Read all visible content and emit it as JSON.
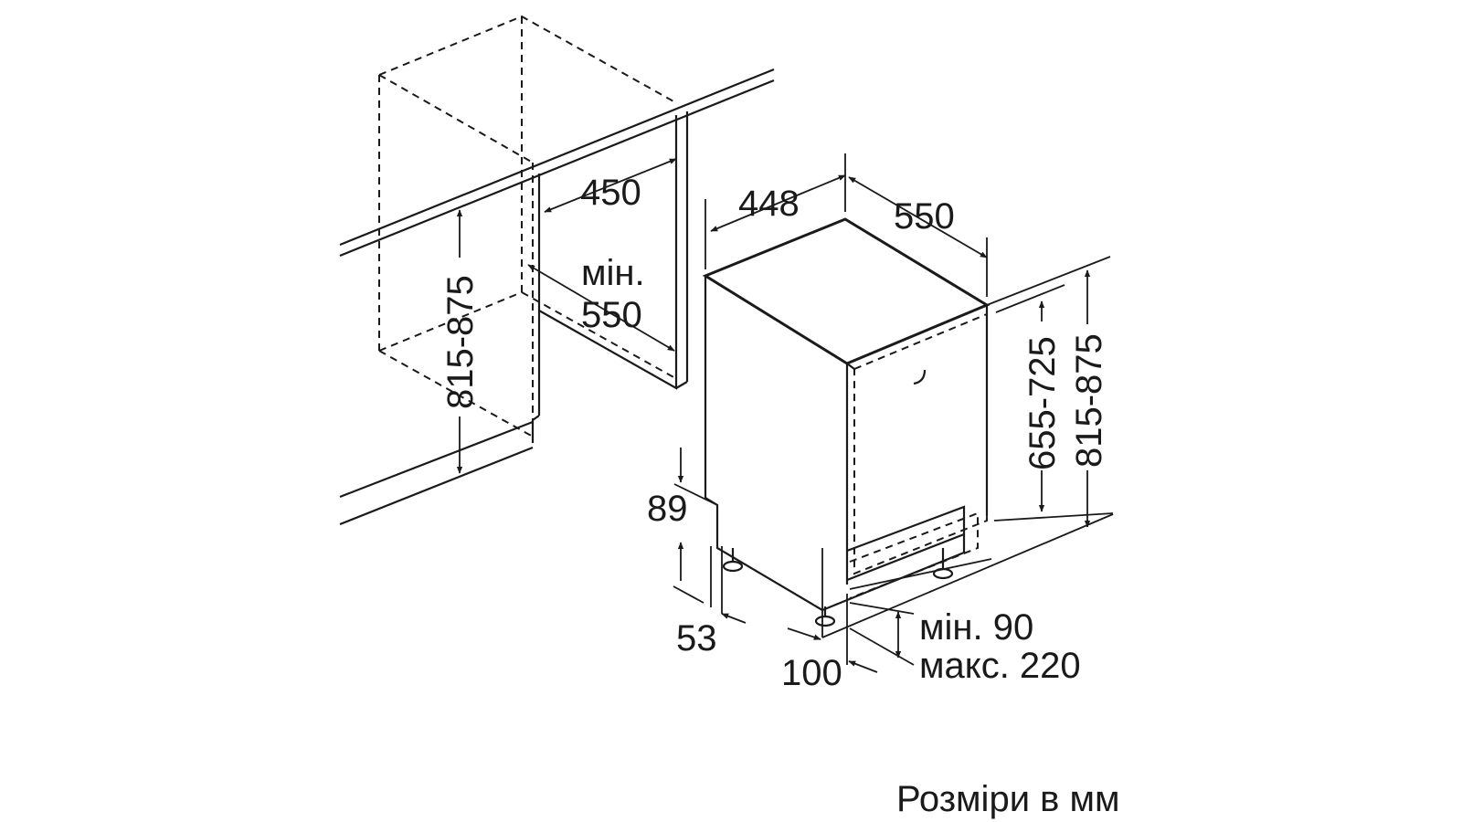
{
  "dimensions": {
    "niche_depth": "450",
    "niche_height": "815-875",
    "niche_min_label": "мін.",
    "niche_min_value": "550",
    "appliance_width": "448",
    "appliance_depth": "550",
    "door_height": "655-725",
    "appliance_height": "815-875",
    "plinth_height": "89",
    "plinth_offset": "53",
    "toe_kick_depth": "100",
    "plinth_min": "мін. 90",
    "plinth_max": "макс. 220"
  },
  "caption": "Розміри в мм",
  "colors": {
    "line": "#1a1a1a",
    "background": "#ffffff"
  }
}
